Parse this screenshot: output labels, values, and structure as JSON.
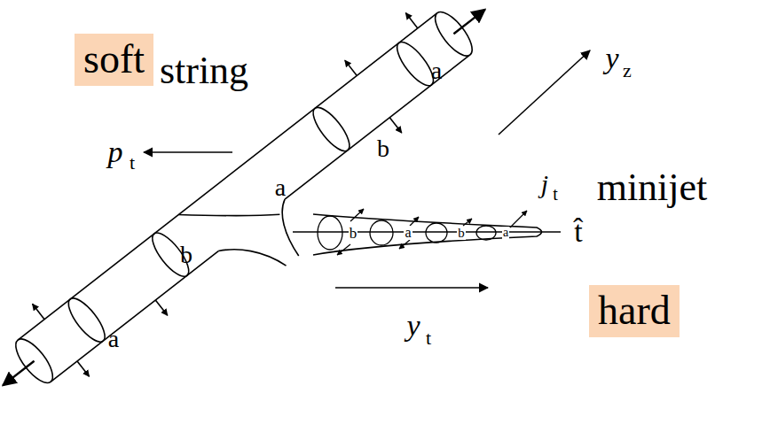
{
  "diagram": {
    "nodes": [
      {
        "text": [
          "soft"
        ]
      },
      {
        "text": [
          "hard"
        ]
      }
    ],
    "labels": [
      "string",
      "minijet",
      "p",
      "t",
      "y",
      "z",
      "j",
      "t",
      "t̂",
      "y",
      "t",
      "a",
      "b",
      "a",
      "b",
      "a",
      "b",
      "a",
      "b",
      "a"
    ]
  }
}
